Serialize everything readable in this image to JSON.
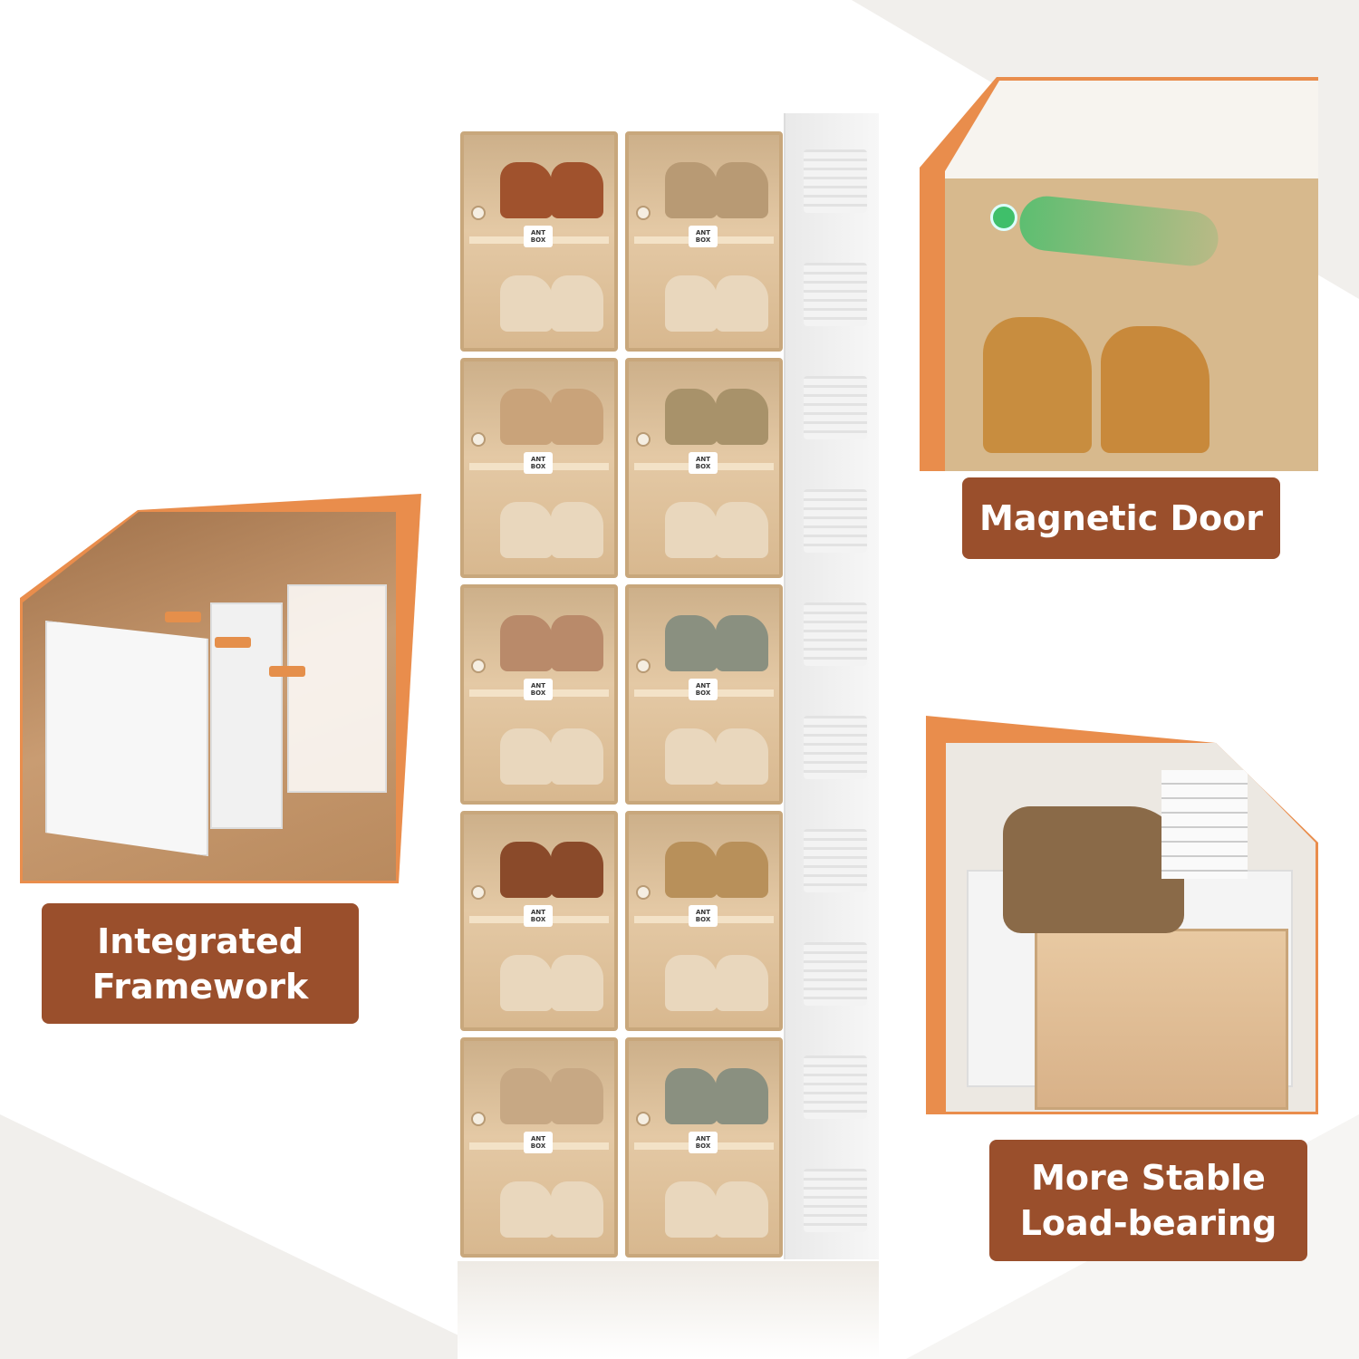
{
  "labels": {
    "magnetic_door": "Magnetic Door",
    "integrated_framework": [
      "Integrated",
      "Framework"
    ],
    "load_bearing": [
      "More Stable",
      "Load-bearing"
    ]
  },
  "brand_badge": "ANT BOX",
  "colors": {
    "label_bg": "#9a4f2c",
    "accent_orange": "#e58f4b",
    "door_amber": "#d8b88f",
    "magnet_green": "#3fbf6a"
  }
}
